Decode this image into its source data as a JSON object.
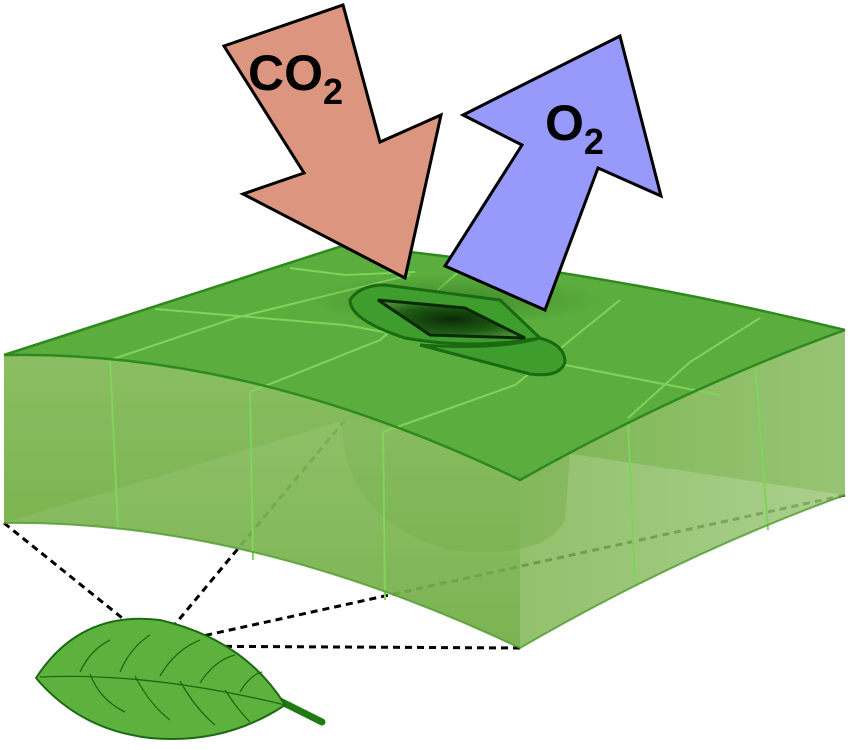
{
  "labels": {
    "co2_main": "CO",
    "co2_sub": "2",
    "o2_main": "O",
    "o2_sub": "2"
  },
  "colors": {
    "co2_arrow": "#dc9680",
    "o2_arrow": "#9799fb",
    "leaf_top": "#58ad3c",
    "leaf_side": "#8dc062",
    "cell_line": "#7fd45a",
    "stoma_guard": "#3c9a2c",
    "outline_dark": "#1a6a12"
  },
  "icons": {
    "small_leaf": "leaf-icon",
    "stoma": "stoma-icon"
  }
}
